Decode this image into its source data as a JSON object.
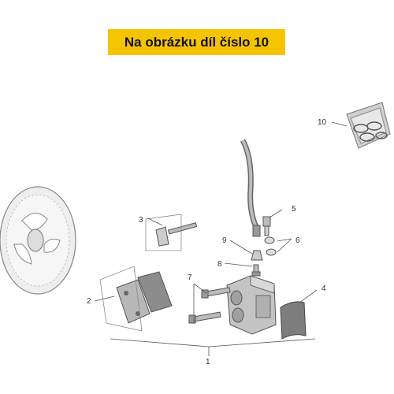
{
  "banner": {
    "text": "Na obrázku díl číslo 10"
  },
  "callouts": [
    {
      "id": "c1",
      "text": "1"
    },
    {
      "id": "c2",
      "text": "2"
    },
    {
      "id": "c3",
      "text": "3"
    },
    {
      "id": "c4",
      "text": "4"
    },
    {
      "id": "c5",
      "text": "5"
    },
    {
      "id": "c6",
      "text": "6"
    },
    {
      "id": "c7",
      "text": "7"
    },
    {
      "id": "c8",
      "text": "8"
    },
    {
      "id": "c9",
      "text": "9"
    },
    {
      "id": "c10",
      "text": "10"
    }
  ],
  "colors": {
    "banner": "#f5c400",
    "line": "#555555",
    "caliper": "#bdbdbd",
    "pad": "#7a7a7a",
    "disc": "#e2e2e2"
  }
}
